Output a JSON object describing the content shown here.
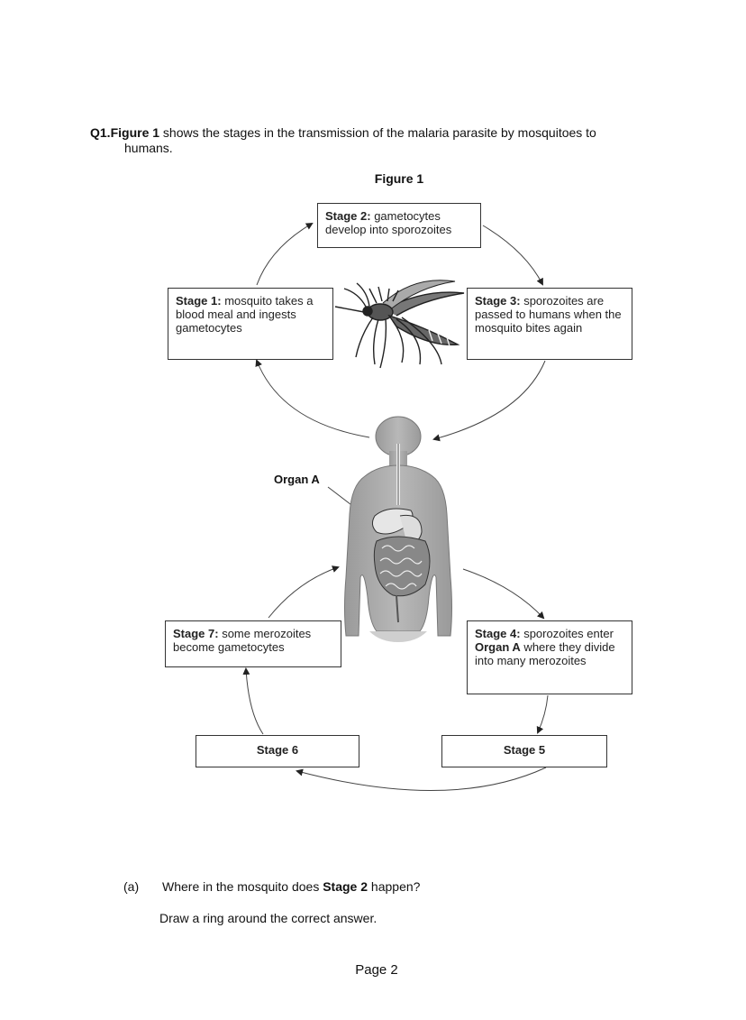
{
  "question": {
    "number": "Q1.",
    "figure_ref": "Figure 1",
    "intro_rest": " shows the stages in the transmission of the malaria parasite by mosquitoes to",
    "intro_cont": "humans."
  },
  "figure": {
    "title": "Figure 1",
    "organ_label": "Organ A",
    "stages": {
      "s1": {
        "title": "Stage 1:",
        "text": " mosquito takes a blood meal and ingests gametocytes"
      },
      "s2": {
        "title": "Stage 2:",
        "text": " gametocytes develop into sporozoites"
      },
      "s3": {
        "title": "Stage 3:",
        "text": " sporozoites are passed to humans when the mosquito bites again"
      },
      "s4": {
        "title": "Stage 4:",
        "text_a": " sporozoites enter ",
        "bold": "Organ A",
        "text_b": " where they divide into many merozoites"
      },
      "s5": {
        "title": "Stage 5"
      },
      "s6": {
        "title": "Stage 6"
      },
      "s7": {
        "title": "Stage 7:",
        "text": " some merozoites become gametocytes"
      }
    }
  },
  "part_a": {
    "label": "(a)",
    "question_pre": "Where in the mosquito does ",
    "question_bold": "Stage 2",
    "question_post": " happen?",
    "instruction": "Draw a ring around the correct answer."
  },
  "footer": {
    "page": "Page 2"
  }
}
